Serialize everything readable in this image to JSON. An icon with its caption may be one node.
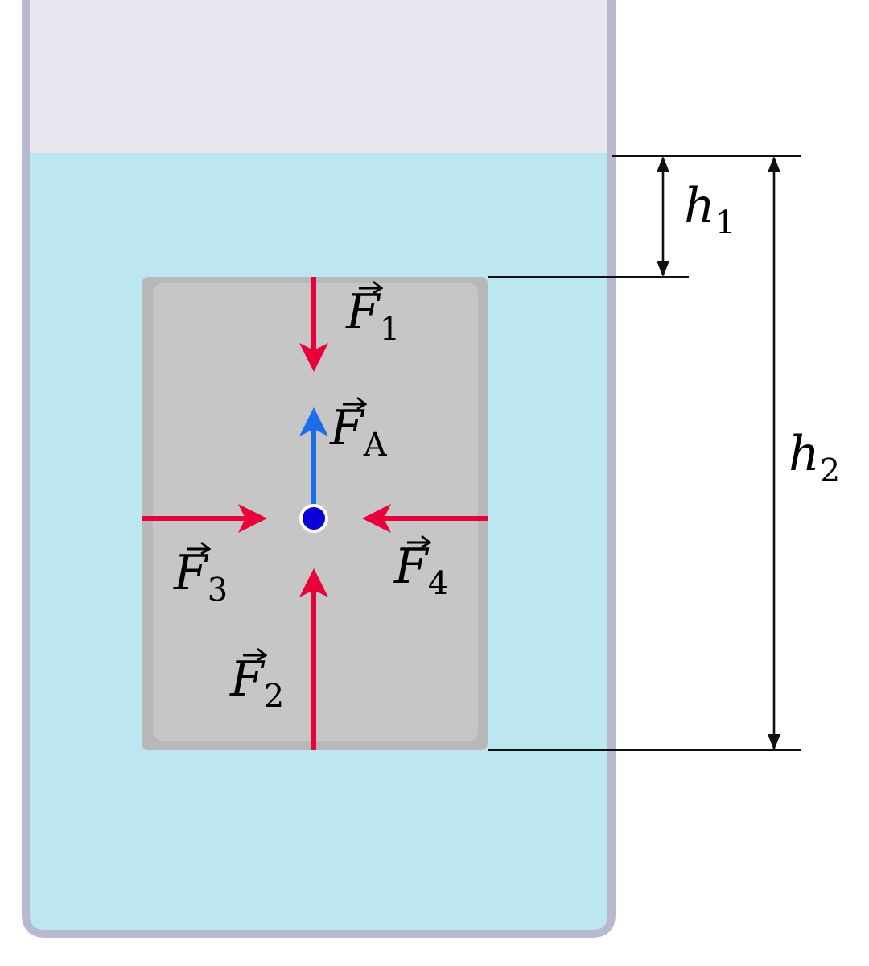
{
  "diagram": {
    "labels": [
      "F$_{1}$",
      "F$_{A}$",
      "F$_{3}$",
      "F$_{4}$",
      "F$_{2}$",
      "h$_{1}$",
      "h$_{2}$"
    ]
  }
}
